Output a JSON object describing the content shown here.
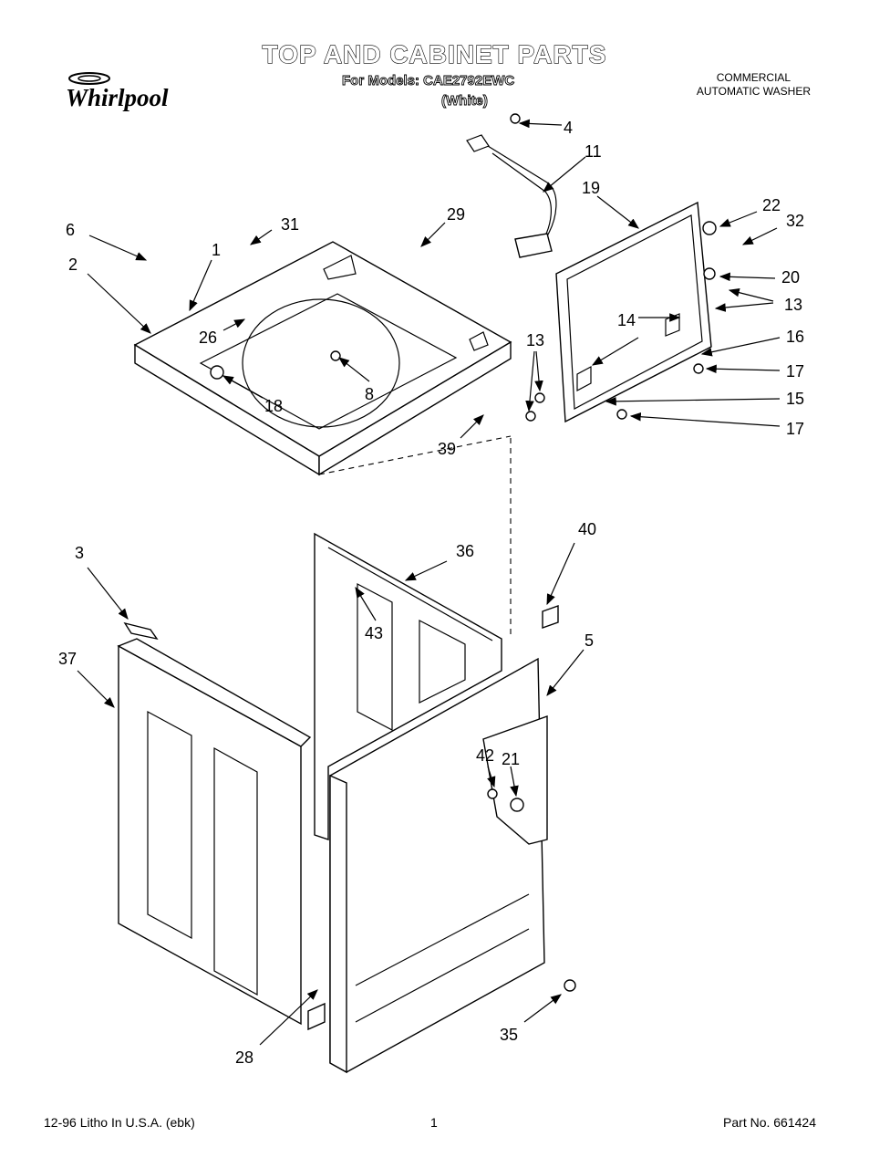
{
  "header": {
    "brand": "Whirlpool",
    "title": "TOP AND CABINET PARTS",
    "model_line": "For Models: CAE2792EWC",
    "color_line": "(White)",
    "machine_type": [
      "COMMERCIAL",
      "AUTOMATIC WASHER"
    ]
  },
  "callouts": [
    "4",
    "11",
    "19",
    "22",
    "32",
    "6",
    "31",
    "29",
    "1",
    "2",
    "20",
    "13",
    "14",
    "16",
    "26",
    "17",
    "18",
    "8",
    "13",
    "15",
    "17",
    "39",
    "40",
    "3",
    "36",
    "43",
    "5",
    "37",
    "42",
    "21",
    "28",
    "35"
  ],
  "footer": {
    "left": "12-96 Litho In U.S.A. (ebk)",
    "center": "1",
    "right": "Part No. 661424"
  }
}
